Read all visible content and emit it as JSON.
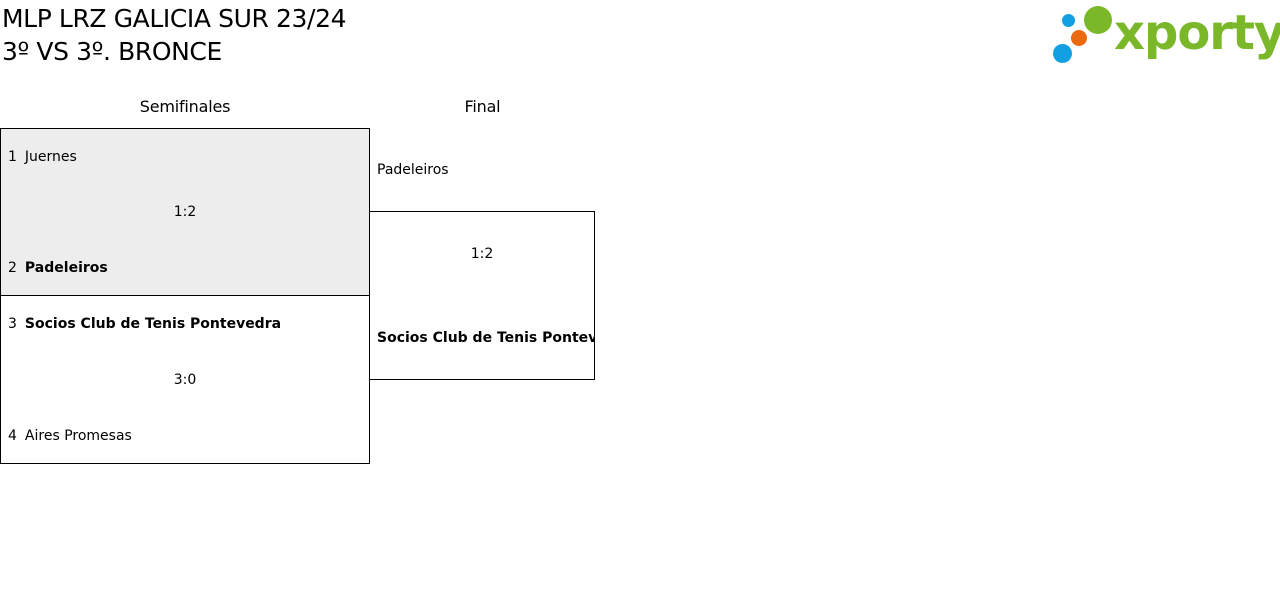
{
  "header": {
    "title_line1": "MLP LRZ GALICIA SUR 23/24",
    "title_line2": "3º VS 3º. BRONCE"
  },
  "logo": {
    "word": "xporty",
    "colors": {
      "green": "#7ab82a",
      "blue": "#12a0e3",
      "orange": "#ea6a11"
    }
  },
  "bracket": {
    "rounds": [
      {
        "label": "Semifinales"
      },
      {
        "label": "Final"
      }
    ],
    "semifinals": [
      {
        "highlighted": true,
        "top": {
          "seed": "1",
          "name": "Juernes",
          "winner": false
        },
        "score": "1:2",
        "bottom": {
          "seed": "2",
          "name": "Padeleiros",
          "winner": true
        }
      },
      {
        "highlighted": false,
        "top": {
          "seed": "3",
          "name": "Socios Club de Tenis Pontevedra",
          "winner": true
        },
        "score": "3:0",
        "bottom": {
          "seed": "4",
          "name": "Aires Promesas",
          "winner": false
        }
      }
    ],
    "final": {
      "top": {
        "name": "Padeleiros",
        "winner": false
      },
      "score": "1:2",
      "bottom": {
        "name": "Socios Club de Tenis Pontevedra",
        "winner": true
      }
    }
  }
}
